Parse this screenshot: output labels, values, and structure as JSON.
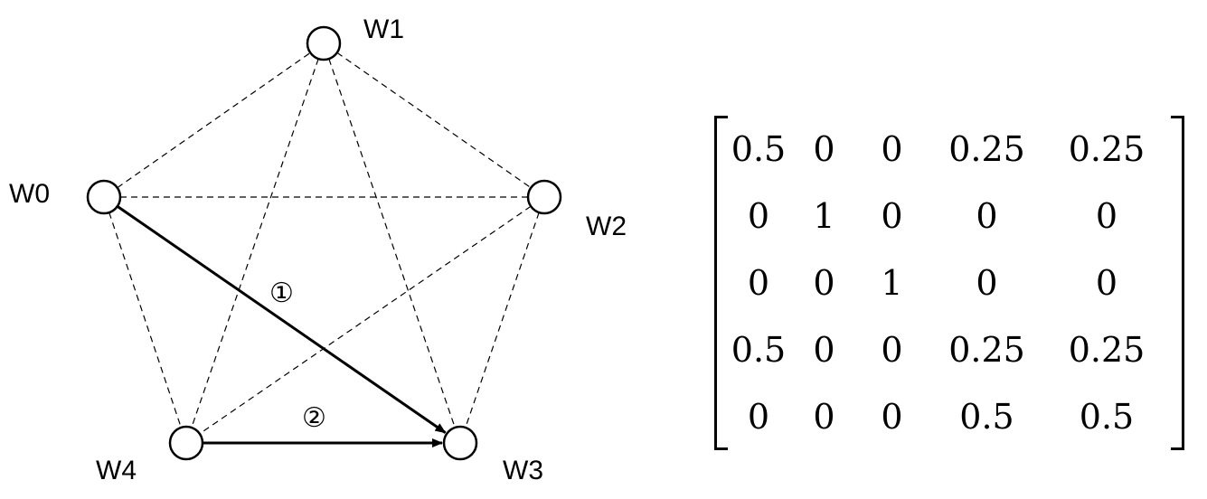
{
  "graph": {
    "nodes": [
      {
        "id": "W0",
        "label": "W0"
      },
      {
        "id": "W1",
        "label": "W1"
      },
      {
        "id": "W2",
        "label": "W2"
      },
      {
        "id": "W3",
        "label": "W3"
      },
      {
        "id": "W4",
        "label": "W4"
      }
    ],
    "dashed_edges": [
      [
        "W0",
        "W1"
      ],
      [
        "W0",
        "W2"
      ],
      [
        "W0",
        "W4"
      ],
      [
        "W1",
        "W2"
      ],
      [
        "W1",
        "W3"
      ],
      [
        "W1",
        "W4"
      ],
      [
        "W2",
        "W3"
      ],
      [
        "W2",
        "W4"
      ]
    ],
    "solid_arrows": [
      {
        "from": "W0",
        "to": "W3",
        "step": "①"
      },
      {
        "from": "W4",
        "to": "W3",
        "step": "②"
      }
    ]
  },
  "matrix": {
    "rows": [
      [
        "0.5",
        "0",
        "0",
        "0.25",
        "0.25"
      ],
      [
        "0",
        "1",
        "0",
        "0",
        "0"
      ],
      [
        "0",
        "0",
        "1",
        "0",
        "0"
      ],
      [
        "0.5",
        "0",
        "0",
        "0.25",
        "0.25"
      ],
      [
        "0",
        "0",
        "0",
        "0.5",
        "0.5"
      ]
    ]
  }
}
